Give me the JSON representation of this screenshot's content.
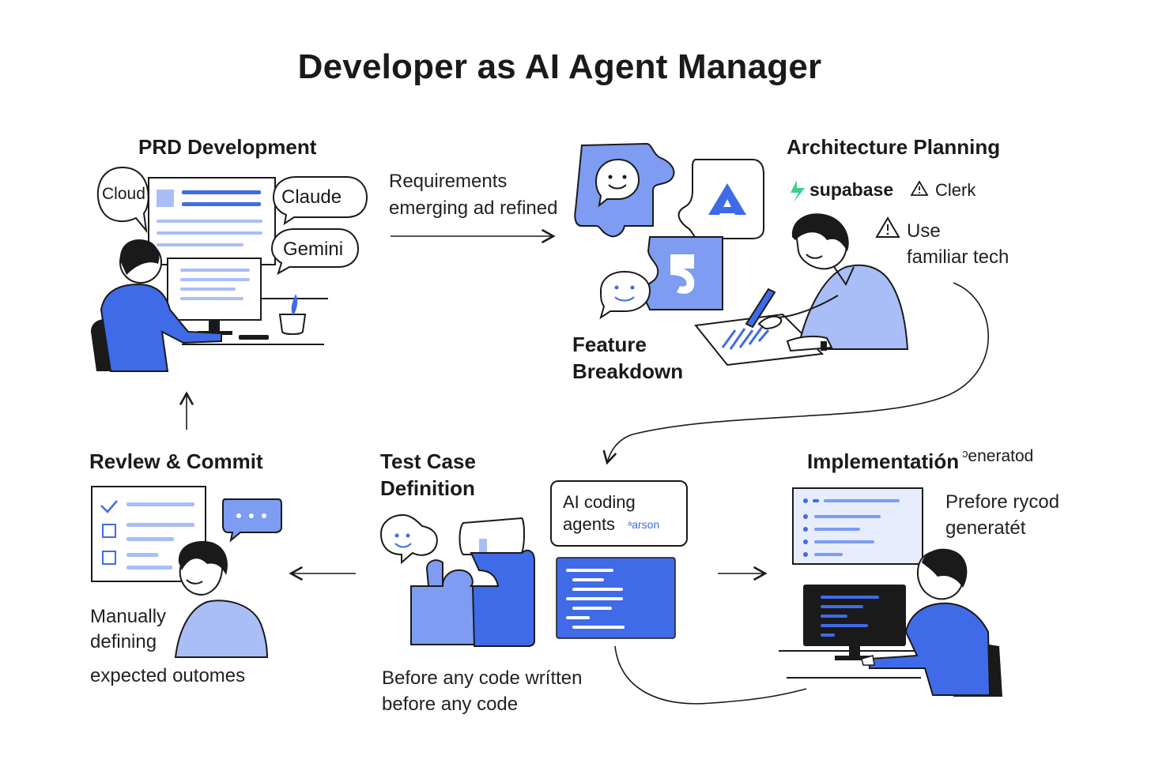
{
  "title": "Developer as AI Agent Manager",
  "colors": {
    "accent": "#3f6be8",
    "accent_light": "#a9bdf7",
    "accent_mid": "#7d9cf2",
    "ink": "#1a1a1a",
    "supabase_green": "#3ecf8e"
  },
  "prd": {
    "heading": "PRD Development",
    "bubbles": [
      "Cloud",
      "Claude",
      "Gemini"
    ]
  },
  "arrow_top": {
    "line1": "Requirements",
    "line2": "emerging ad refined"
  },
  "architecture": {
    "heading": "Architecture Planning",
    "supabase_label": "supabase",
    "clerk_label": "Clerk",
    "warning_line1": "Use",
    "warning_line2": "familiar tech"
  },
  "feature": {
    "line1": "Feature",
    "line2": "Breakdown"
  },
  "review": {
    "heading": "Revlew & Commit",
    "line1": "Manually",
    "line2": "defining",
    "line3": "expected outomes"
  },
  "testcase": {
    "line1": "Test Case",
    "line2": "Definition",
    "caption1": "Before any code wrítten",
    "caption2": "before any code"
  },
  "agents": {
    "line1": "AI coding",
    "line2": "agents",
    "tag": "ᵃarson"
  },
  "implementation": {
    "heading": "Implementatión",
    "tag": "ᵓeneratod",
    "line1": "Prefore rycod",
    "line2": "generatét"
  },
  "icons": [
    "chat-face-icon",
    "arrow-logo-icon",
    "s-logo-icon",
    "supabase-logo-icon",
    "warning-icon",
    "checkmark-icon",
    "ellipsis-bubble-icon"
  ]
}
